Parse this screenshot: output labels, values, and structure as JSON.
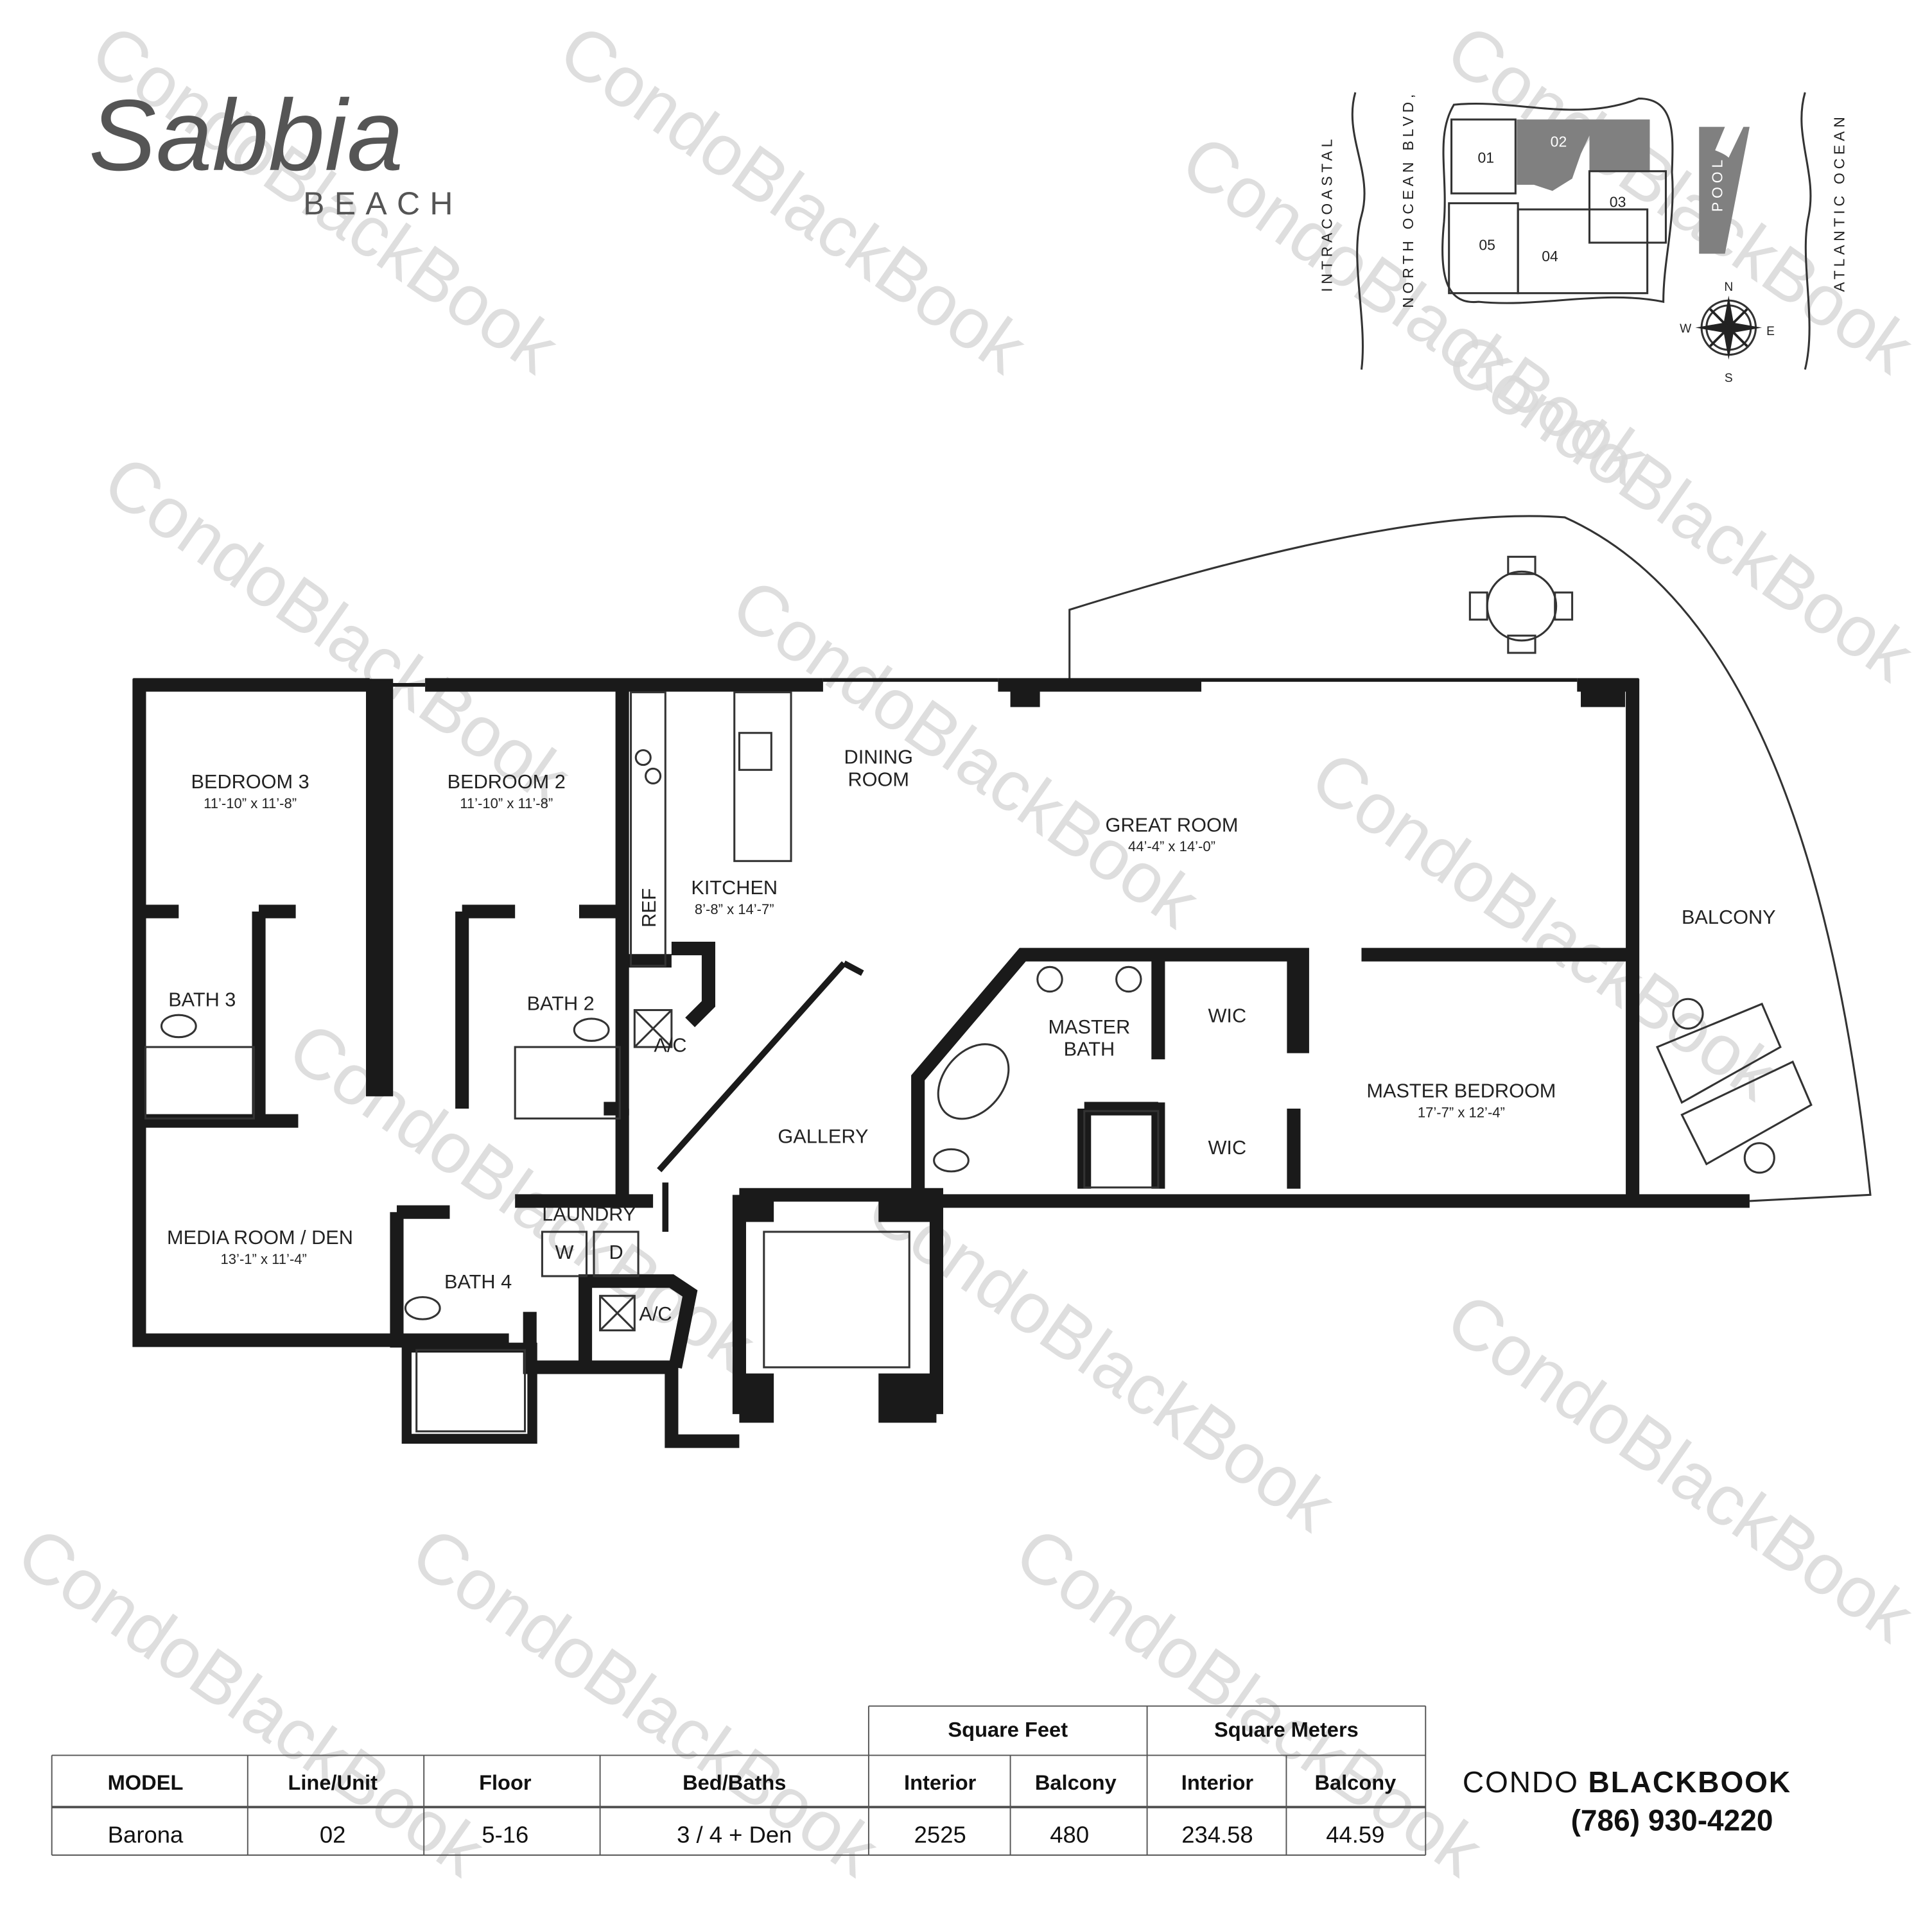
{
  "brand": {
    "logo_script": "Sabbia",
    "logo_sub": "BEACH"
  },
  "watermark": "CondoBlackBook",
  "key_plan": {
    "units": [
      "01",
      "02",
      "03",
      "04",
      "05"
    ],
    "highlighted_unit": "02",
    "highlight_color": "#808080",
    "pool": "POOL",
    "labels": {
      "west_water": "INTRACOASTAL",
      "road": "NORTH OCEAN BLVD,",
      "east_water": "ATLANTIC OCEAN"
    },
    "compass": {
      "n": "N",
      "s": "S",
      "e": "E",
      "w": "W"
    }
  },
  "rooms": {
    "bedroom3": {
      "name": "BEDROOM 3",
      "dim": "11’-10”   x 11’-8”"
    },
    "bedroom2": {
      "name": "BEDROOM 2",
      "dim": "11’-10”   x 11’-8”"
    },
    "kitchen": {
      "name": "KITCHEN",
      "dim": "8’-8” x 14’-7”"
    },
    "dining": {
      "line1": "DINING",
      "line2": "ROOM"
    },
    "great": {
      "name": "GREAT ROOM",
      "dim": "44’-4” x 14’-0”"
    },
    "balcony": "BALCONY",
    "bath3": "BATH 3",
    "bath2": "BATH 2",
    "ac1": "A/C",
    "ref": "REF",
    "master_bath": {
      "line1": "MASTER",
      "line2": "BATH"
    },
    "wic1": "WIC",
    "wic2": "WIC",
    "master_bedroom": {
      "name": "MASTER BEDROOM",
      "dim": "17’-7”   x 12’-4”"
    },
    "gallery": "GALLERY",
    "media": {
      "name": "MEDIA ROOM / DEN",
      "dim": "13’-1”   x 11’-4”"
    },
    "laundry": "LAUNDRY",
    "washer": "W",
    "dryer": "D",
    "bath4": "BATH 4",
    "ac2": "A/C"
  },
  "table": {
    "group_headers": [
      "Square Feet",
      "Square Meters"
    ],
    "headers": [
      "MODEL",
      "Line/Unit",
      "Floor",
      "Bed/Baths",
      "Interior",
      "Balcony",
      "Interior",
      "Balcony"
    ],
    "row": [
      "Barona",
      "02",
      "5-16",
      "3 / 4 + Den",
      "2525",
      "480",
      "234.58",
      "44.59"
    ]
  },
  "contact": {
    "brand_light": "CONDO",
    "brand_bold": "BLACKBOOK",
    "phone": "(786) 930-4220"
  }
}
